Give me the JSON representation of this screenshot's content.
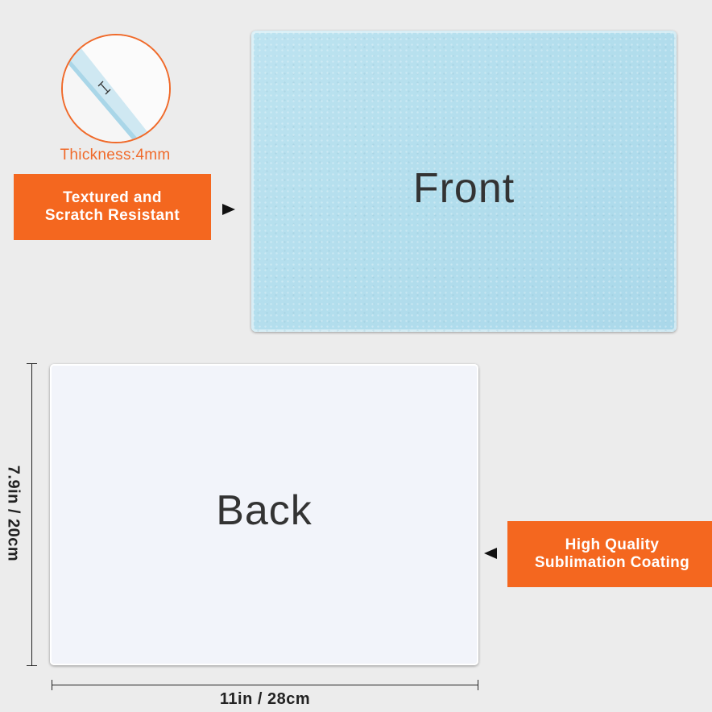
{
  "thickness": {
    "label": "Thickness:4mm"
  },
  "callouts": {
    "front": {
      "line1": "Textured and",
      "line2": "Scratch Resistant"
    },
    "back": {
      "line1": "High Quality",
      "line2": "Sublimation Coating"
    }
  },
  "boards": {
    "front": {
      "label": "Front"
    },
    "back": {
      "label": "Back"
    }
  },
  "dimensions": {
    "height": "7.9in / 20cm",
    "width": "11in / 28cm"
  },
  "colors": {
    "accent": "#f4671f",
    "front_board": "#b3deed",
    "back_board": "#f2f4fa",
    "background": "#ececec"
  }
}
